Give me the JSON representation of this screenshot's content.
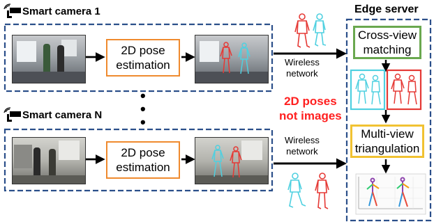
{
  "camera_1": {
    "title": "Smart camera 1",
    "step_label": "2D pose\nestimation"
  },
  "ellipsis": "•\n•\n•",
  "camera_n": {
    "title": "Smart camera N",
    "step_label": "2D pose\nestimation"
  },
  "network": {
    "label_top": "Wireless\nnetwork",
    "label_bottom": "Wireless\nnetwork"
  },
  "note": "2D poses\nnot images",
  "edge_server": {
    "title": "Edge server",
    "matching_label": "Cross-view\nmatching",
    "triangulation_label": "Multi-view\ntriangulation"
  },
  "colors": {
    "frame": "#2b4f8a",
    "step_border": "#ef8a2e",
    "matching_border": "#6aa84f",
    "triangulation_border": "#f1c232",
    "pose_red": "#e53935",
    "pose_cyan": "#4fd0e0",
    "note": "#ff1f1f"
  }
}
